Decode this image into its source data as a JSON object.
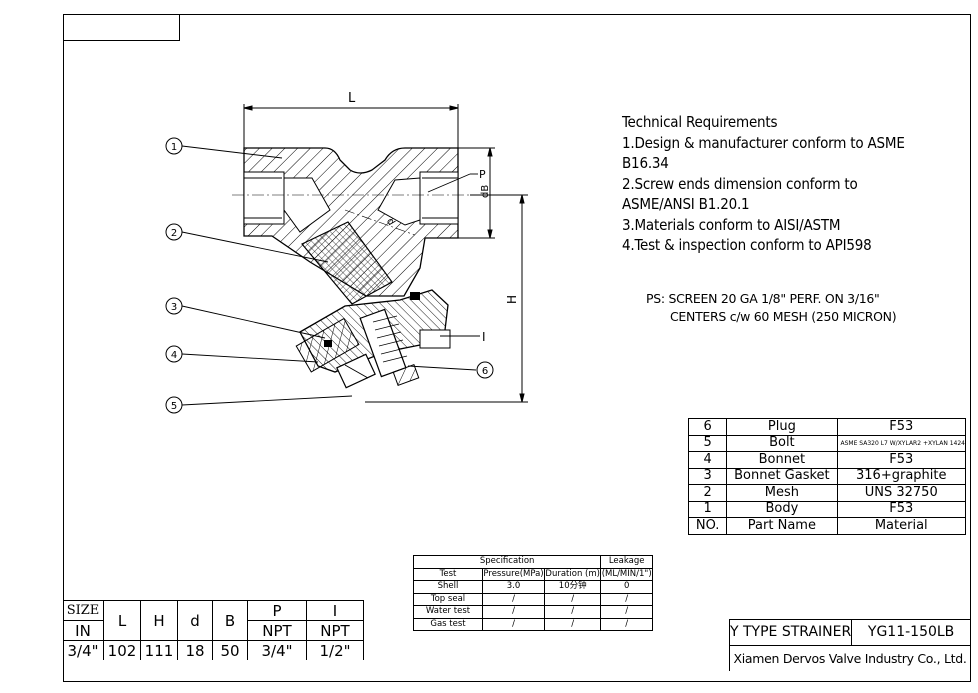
{
  "technical_requirements": {
    "title": "Technical Requirements",
    "lines": [
      "1.Design & manufacturer conform to ASME",
      "B16.34",
      "2.Screw ends dimension conform to",
      "ASME/ANSI B1.20.1",
      "3.Materials conform to AISI/ASTM",
      "4.Test & inspection conform to API598"
    ]
  },
  "ps_note": {
    "line1": "PS: SCREEN 20 GA 1/8\" PERF. ON 3/16\"",
    "line2": "CENTERS c/w 60 MESH (250 MICRON)"
  },
  "drawing_labels": {
    "L": "L",
    "H": "H",
    "dB": "dB",
    "P": "P",
    "I": "I",
    "d": "d",
    "balloons": [
      "1",
      "2",
      "3",
      "4",
      "5",
      "6"
    ]
  },
  "parts_table": {
    "rows": [
      {
        "no": "6",
        "name": "Plug",
        "material": "F53"
      },
      {
        "no": "5",
        "name": "Bolt",
        "material": "ASME SA320 L7 W/XYLAR2 +XYLAN 1424"
      },
      {
        "no": "4",
        "name": "Bonnet",
        "material": "F53"
      },
      {
        "no": "3",
        "name": "Bonnet Gasket",
        "material": "316+graphite"
      },
      {
        "no": "2",
        "name": "Mesh",
        "material": "UNS 32750"
      },
      {
        "no": "1",
        "name": "Body",
        "material": "F53"
      }
    ],
    "header": {
      "no": "NO.",
      "name": "Part Name",
      "material": "Material"
    }
  },
  "spec_table": {
    "header1": {
      "specification": "Specification",
      "leakage": "Leakage"
    },
    "header2": {
      "test": "Test",
      "pressure": "Pressure(MPa)",
      "duration": "Duration (m)",
      "leak_unit": "(ML/MIN/1\")"
    },
    "rows": [
      {
        "test": "Shell",
        "pressure": "3.0",
        "duration": "10分钟",
        "leak": "0"
      },
      {
        "test": "Top seal",
        "pressure": "/",
        "duration": "/",
        "leak": "/"
      },
      {
        "test": "Water test",
        "pressure": "/",
        "duration": "/",
        "leak": "/"
      },
      {
        "test": "Gas test",
        "pressure": "/",
        "duration": "/",
        "leak": "/"
      }
    ]
  },
  "size_table": {
    "size_label": "SIZE",
    "unit": "IN",
    "cols": [
      "L",
      "H",
      "d",
      "B",
      "P",
      "I"
    ],
    "thread": "NPT",
    "values": {
      "size": "3/4\"",
      "L": "102",
      "H": "111",
      "d": "18",
      "B": "50",
      "P": "3/4\"",
      "I": "1/2\""
    }
  },
  "title_block": {
    "name": "Y TYPE STRAINER",
    "model": "YG11-150LB",
    "company": "Xiamen Dervos Valve Industry Co., Ltd."
  }
}
